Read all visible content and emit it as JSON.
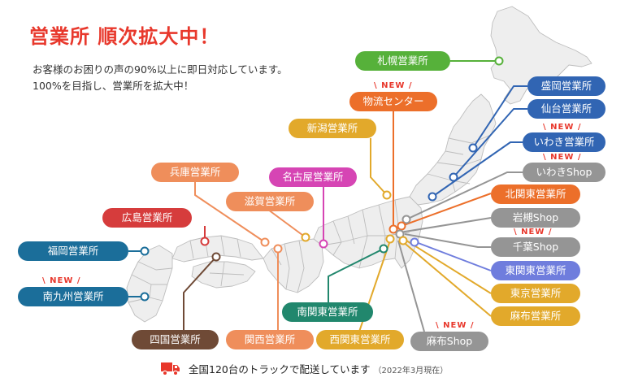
{
  "title": "営業所 順次拡大中！",
  "intro": [
    "お客様のお困りの声の90%以上に即日対応しています。",
    "100%を目指し、営業所を拡大中！"
  ],
  "new_badge": "NEW",
  "colors": {
    "title": "#e8382c",
    "blue": "#1b6e9a",
    "green": "#56b13a",
    "orange": "#ec6f2a",
    "yellow": "#e2a92b",
    "salmon": "#ef8e5b",
    "magenta": "#d645b4",
    "red": "#d63c3c",
    "brown": "#6f4a36",
    "teal": "#21876d",
    "navy": "#3165b3",
    "gray": "#959595",
    "violet": "#6f7ddd"
  },
  "offices": [
    {
      "key": "sapporo",
      "label": "札幌営業所",
      "color": "#56b13a",
      "is_new": false
    },
    {
      "key": "butsuryu",
      "label": "物流センター",
      "color": "#ec6f2a",
      "is_new": true
    },
    {
      "key": "niigata",
      "label": "新潟営業所",
      "color": "#e2a92b",
      "is_new": false
    },
    {
      "key": "hyogo",
      "label": "兵庫営業所",
      "color": "#ef8e5b",
      "is_new": false
    },
    {
      "key": "nagoya",
      "label": "名古屋営業所",
      "color": "#d645b4",
      "is_new": false
    },
    {
      "key": "shiga",
      "label": "滋賀営業所",
      "color": "#ef8e5b",
      "is_new": false
    },
    {
      "key": "hiroshima",
      "label": "広島営業所",
      "color": "#d63c3c",
      "is_new": false
    },
    {
      "key": "fukuoka",
      "label": "福岡営業所",
      "color": "#1b6e9a",
      "is_new": false
    },
    {
      "key": "minamikyushu",
      "label": "南九州営業所",
      "color": "#1b6e9a",
      "is_new": true
    },
    {
      "key": "shikoku",
      "label": "四国営業所",
      "color": "#6f4a36",
      "is_new": false
    },
    {
      "key": "kansai",
      "label": "関西営業所",
      "color": "#ef8e5b",
      "is_new": false
    },
    {
      "key": "minamikanto",
      "label": "南関東営業所",
      "color": "#21876d",
      "is_new": false
    },
    {
      "key": "nishikanto",
      "label": "西関東営業所",
      "color": "#e2a92b",
      "is_new": false
    },
    {
      "key": "azabushop",
      "label": "麻布Shop",
      "color": "#959595",
      "is_new": true
    },
    {
      "key": "morioka",
      "label": "盛岡営業所",
      "color": "#3165b3",
      "is_new": false
    },
    {
      "key": "sendai",
      "label": "仙台営業所",
      "color": "#3165b3",
      "is_new": false
    },
    {
      "key": "iwaki",
      "label": "いわき営業所",
      "color": "#3165b3",
      "is_new": true
    },
    {
      "key": "iwakishop",
      "label": "いわきShop",
      "color": "#959595",
      "is_new": true
    },
    {
      "key": "kitakanto",
      "label": "北関東営業所",
      "color": "#ec6f2a",
      "is_new": false
    },
    {
      "key": "iwatsuki",
      "label": "岩槻Shop",
      "color": "#959595",
      "is_new": false
    },
    {
      "key": "chiba",
      "label": "千葉Shop",
      "color": "#959595",
      "is_new": true
    },
    {
      "key": "higashikanto",
      "label": "東関東営業所",
      "color": "#6f7ddd",
      "is_new": false
    },
    {
      "key": "tokyo",
      "label": "東京営業所",
      "color": "#e2a92b",
      "is_new": false
    },
    {
      "key": "azabu",
      "label": "麻布営業所",
      "color": "#e2a92b",
      "is_new": false
    }
  ],
  "footer": {
    "main": "全国120台のトラックで配送しています",
    "note": "（2022年3月現在）"
  }
}
